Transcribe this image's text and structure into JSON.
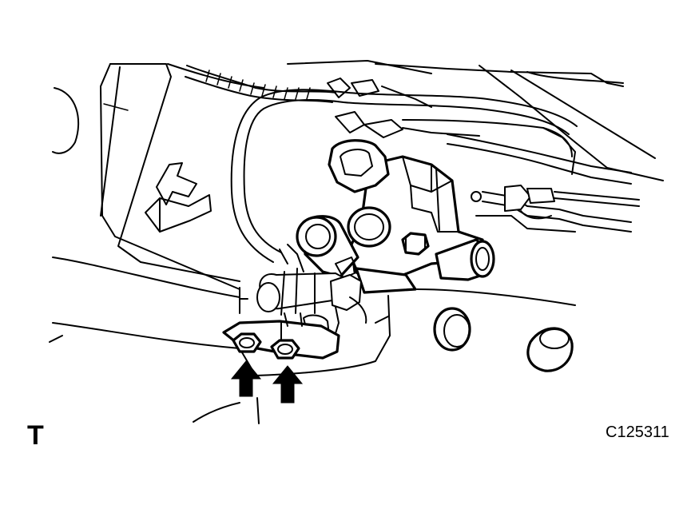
{
  "illustration": {
    "corner_mark": "T",
    "figure_code": "C125311",
    "arrow_count": 2,
    "bolt_count": 2
  }
}
